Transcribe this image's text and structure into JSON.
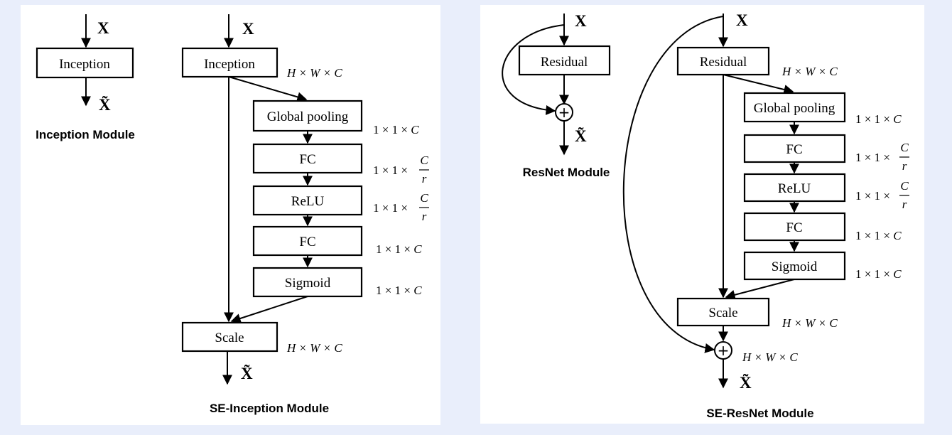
{
  "inception_module": {
    "input_label": "X",
    "output_label": "X̃",
    "block_label": "Inception",
    "caption": "Inception Module"
  },
  "se_inception_module": {
    "input_label": "X",
    "output_label": "X̃",
    "blocks": [
      "Inception",
      "Global pooling",
      "FC",
      "ReLU",
      "FC",
      "Sigmoid",
      "Scale"
    ],
    "caption": "SE-Inception Module"
  },
  "resnet_module": {
    "input_label": "X",
    "output_label": "X̃",
    "block_label": "Residual",
    "add_symbol": "+",
    "caption": "ResNet Module"
  },
  "se_resnet_module": {
    "input_label": "X",
    "output_label": "X̃",
    "blocks": [
      "Residual",
      "Global pooling",
      "FC",
      "ReLU",
      "FC",
      "Sigmoid",
      "Scale"
    ],
    "add_symbol": "+",
    "caption": "SE-ResNet Module"
  },
  "dimensions": {
    "hwc": {
      "prefix": "H × W × C"
    },
    "one_by_one_c": {
      "prefix": "1 × 1 × ",
      "var": "C"
    },
    "one_by_one_c_over_r": {
      "prefix": "1 × 1 × ",
      "numerator": "C",
      "denominator": "r"
    }
  }
}
